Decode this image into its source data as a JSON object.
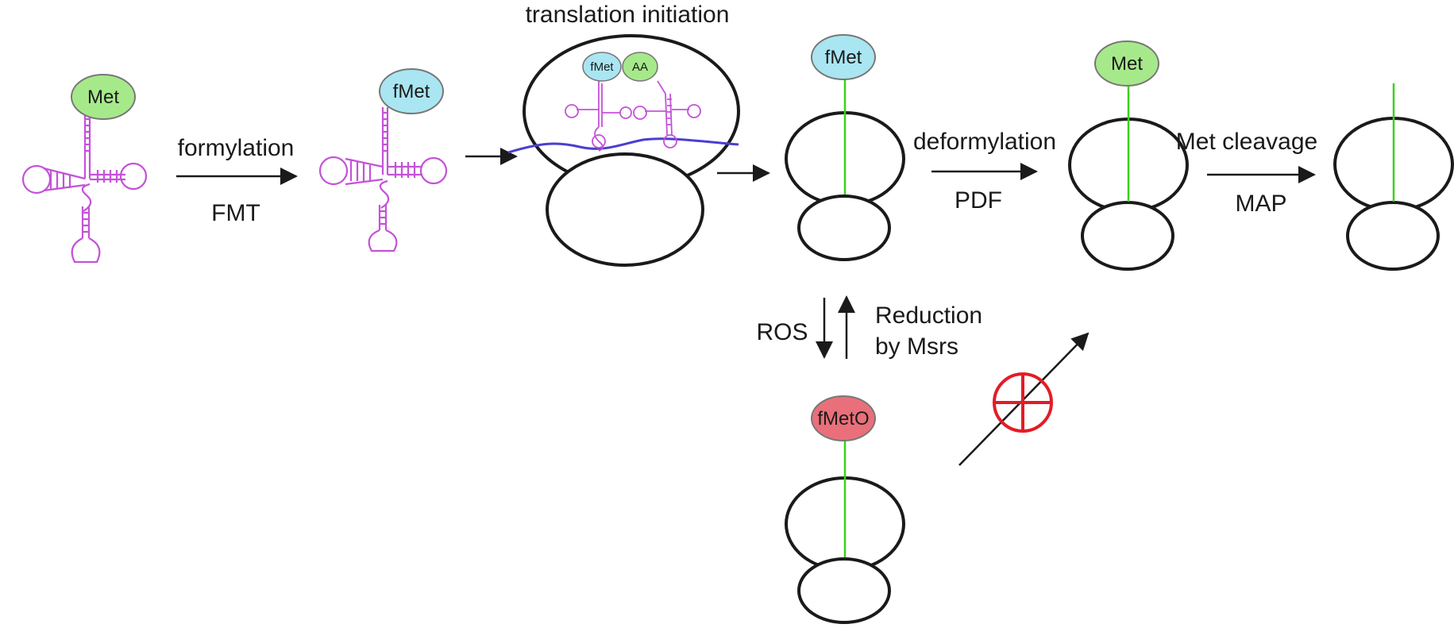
{
  "colors": {
    "met": "#a6e98a",
    "fmet": "#a9e6f2",
    "fmeto": "#e9707a",
    "trna": "#c452d8",
    "mrna": "#4a3fd0",
    "peptide": "#39d21c",
    "inhibit": "#e31c26",
    "stroke": "#1a1a1a"
  },
  "trna1": {
    "amino_acid": "Met"
  },
  "step_formylation": {
    "label_above": "formylation",
    "label_below": "FMT"
  },
  "trna2": {
    "amino_acid": "fMet"
  },
  "ribosome_initiation": {
    "title": "translation initiation",
    "site1_label": "fMet",
    "site2_label": "AA"
  },
  "ribosome_fmet": {
    "peptide_label": "fMet"
  },
  "step_deformylation": {
    "label_above": "deformylation",
    "label_below": "PDF"
  },
  "ribosome_met": {
    "peptide_label": "Met"
  },
  "step_met_cleavage": {
    "label_above": "Met cleavage",
    "label_below": "MAP"
  },
  "oxidation": {
    "down_label": "ROS",
    "up_label_line1": "Reduction",
    "up_label_line2": "by Msrs"
  },
  "ribosome_fmeto": {
    "peptide_label": "fMetO"
  },
  "blocked_step": {
    "icon": "inhibition-icon"
  }
}
